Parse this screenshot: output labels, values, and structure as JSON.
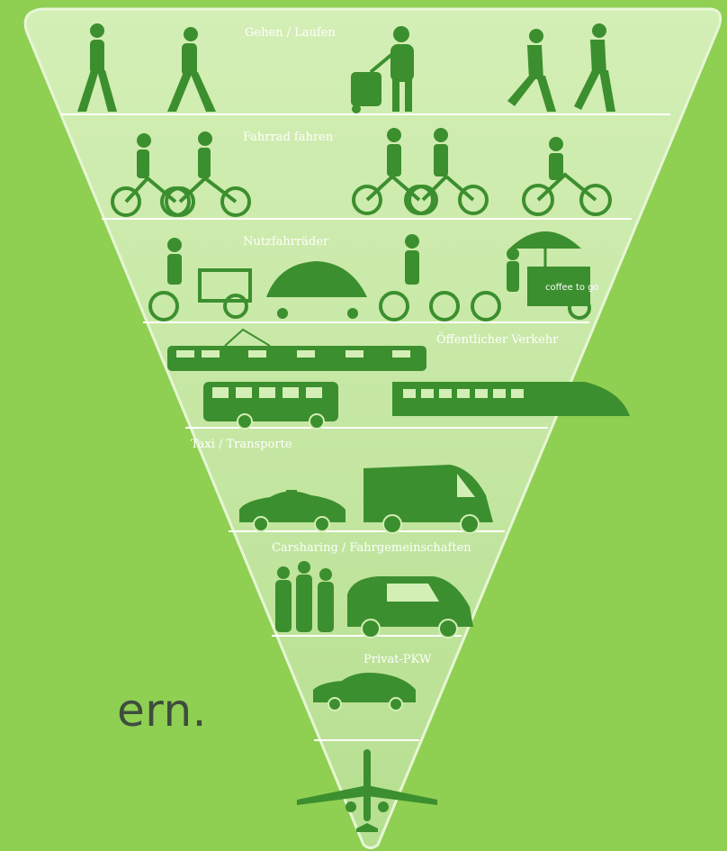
{
  "pyramid": {
    "levels": [
      {
        "label": "Gehen / Laufen",
        "icons": [
          "walking-person-icon",
          "walking-person-icon",
          "person-with-trolley-icon",
          "running-person-icon",
          "running-person-icon"
        ]
      },
      {
        "label": "Fahrrad fahren",
        "icons": [
          "cyclist-icon",
          "cyclist-icon",
          "cyclist-icon",
          "cyclist-icon",
          "cyclist-icon"
        ]
      },
      {
        "label": "Nutzfahrräder",
        "icons": [
          "cargo-bike-icon",
          "velomobile-icon",
          "cyclist-icon",
          "coffee-cart-bike-icon"
        ],
        "cart_sign": "coffee to go"
      },
      {
        "label": "Öffentlicher Verkehr",
        "icons": [
          "tram-icon",
          "bus-icon",
          "train-icon"
        ]
      },
      {
        "label": "Taxi / Transporte",
        "icons": [
          "taxi-icon",
          "van-icon"
        ]
      },
      {
        "label": "Carsharing / Fahrgemeinschaften",
        "icons": [
          "group-of-people-icon",
          "compact-car-icon"
        ]
      },
      {
        "label": "Privat-PKW",
        "icons": [
          "sedan-icon"
        ]
      },
      {
        "label": "",
        "icons": [
          "airplane-icon"
        ]
      }
    ]
  },
  "side_text": "ern.",
  "colors": {
    "background": "#8fcf52",
    "pyramid_fill": "#c7e9a8",
    "silhouette": "#3c8f2e",
    "divider": "#ffffff"
  }
}
